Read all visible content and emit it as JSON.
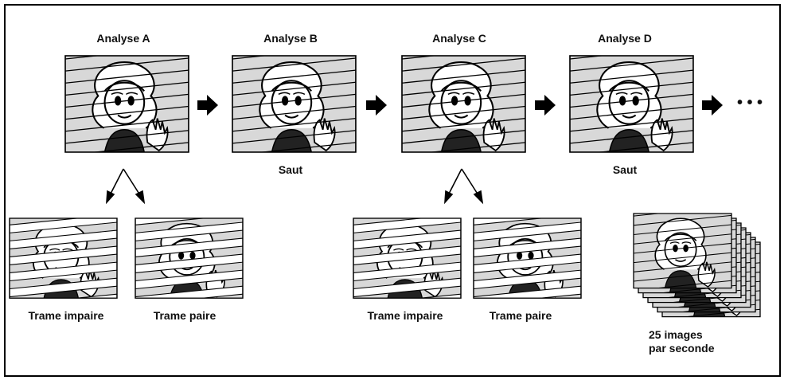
{
  "diagram": {
    "scans": [
      {
        "label": "Analyse A"
      },
      {
        "label": "Analyse B",
        "note": "Saut"
      },
      {
        "label": "Analyse C"
      },
      {
        "label": "Analyse D",
        "note": "Saut"
      }
    ],
    "fields": {
      "odd": "Trame impaire",
      "even": "Trame paire"
    },
    "rate_caption": "25 images\npar seconde",
    "continuation": "• • •",
    "colors": {
      "screen_fill": "#d8d8d8",
      "ink": "#000000",
      "band": "#ffffff"
    }
  }
}
